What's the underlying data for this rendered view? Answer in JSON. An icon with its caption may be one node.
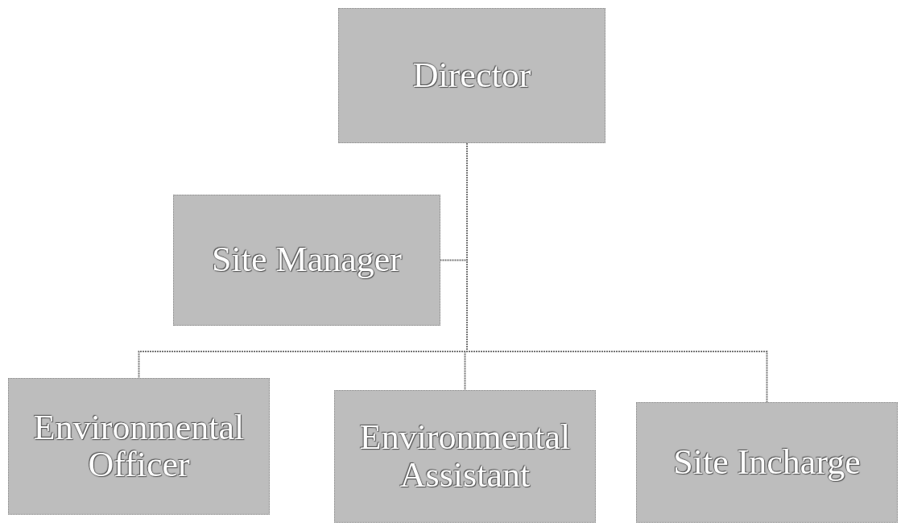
{
  "diagram": {
    "nodes": [
      {
        "text": [
          "Director"
        ]
      },
      {
        "text": [
          "Site Manager"
        ]
      },
      {
        "text": [
          "Environmental Officer"
        ]
      },
      {
        "text": [
          "Environmental Assistant"
        ]
      },
      {
        "text": [
          "Site Incharge"
        ]
      }
    ],
    "edges": [
      {
        "from": 0,
        "to": 1,
        "arrow": "none"
      },
      {
        "from": 0,
        "to": 2,
        "arrow": "none"
      },
      {
        "from": 0,
        "to": 3,
        "arrow": "none"
      },
      {
        "from": 0,
        "to": 4,
        "arrow": "none"
      }
    ]
  }
}
